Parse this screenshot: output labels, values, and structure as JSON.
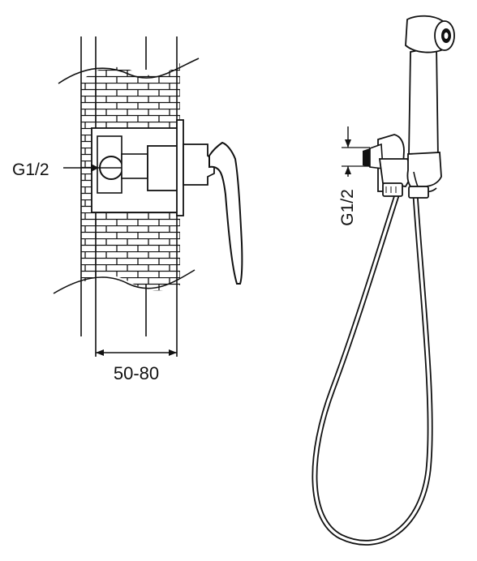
{
  "labels": {
    "wall_inlet_thread": "G1/2",
    "wall_depth": "50-80",
    "holder_inlet_thread": "G1/2"
  }
}
